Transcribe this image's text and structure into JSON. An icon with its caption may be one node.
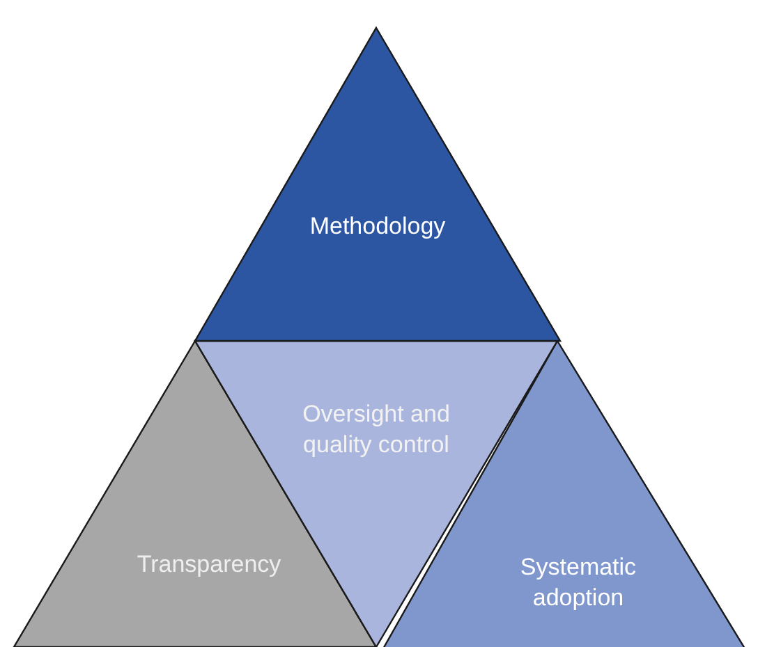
{
  "diagram": {
    "nodes": [
      {
        "text": [
          "Methodology"
        ]
      },
      {
        "text": [
          "Transparency"
        ]
      },
      {
        "text": [
          "Oversight and quality control"
        ]
      },
      {
        "text": [
          "Systematic adoption"
        ]
      }
    ]
  }
}
